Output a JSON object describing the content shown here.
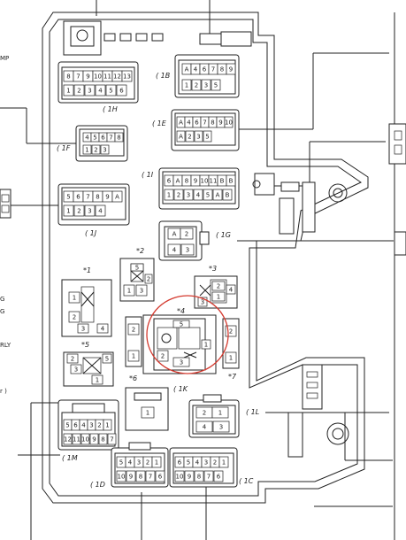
{
  "side_labels": {
    "left_top": "MP",
    "left_g": "G",
    "left_g2": "G",
    "left_rly": "RLY",
    "left_r": "r )"
  },
  "connectors": {
    "1B": {
      "label": "( 1B",
      "top_pins": [
        "A",
        "4",
        "6",
        "7",
        "8",
        "9"
      ],
      "bottom_pins": [
        "1",
        "2",
        "3",
        "5"
      ]
    },
    "1H": {
      "label": "( 1H",
      "top_pins": [
        "8",
        "7",
        "9",
        "10",
        "11",
        "12",
        "13"
      ],
      "bottom_pins": [
        "1",
        "2",
        "3",
        "4",
        "5",
        "6"
      ]
    },
    "1E": {
      "label": "( 1E",
      "top_pins": [
        "A",
        "4",
        "6",
        "7",
        "8",
        "9",
        "10"
      ],
      "bottom_pins": [
        "A",
        "2",
        "3",
        "5"
      ]
    },
    "1F": {
      "label": "( 1F",
      "top_pins": [
        "4",
        "5",
        "6",
        "7",
        "8"
      ],
      "bottom_pins": [
        "1",
        "2",
        "3"
      ]
    },
    "1I": {
      "label": "( 1I",
      "top_pins": [
        "6",
        "A",
        "8",
        "9",
        "10",
        "11",
        "B",
        "B"
      ],
      "bottom_pins": [
        "1",
        "2",
        "3",
        "4",
        "5",
        "A",
        "B"
      ]
    },
    "1J": {
      "label": "( 1J",
      "top_pins": [
        "5",
        "6",
        "7",
        "8",
        "9",
        "A"
      ],
      "bottom_pins": [
        "1",
        "2",
        "3",
        "4"
      ]
    },
    "1G": {
      "label": "( 1G",
      "top_pins": [
        "A",
        "2"
      ],
      "bottom_pins": [
        "4",
        "3"
      ]
    },
    "1K": {
      "label": "( 1K"
    },
    "1L": {
      "label": "( 1L",
      "top_pins": [
        "2",
        "1"
      ],
      "bottom_pins": [
        "4",
        "3"
      ]
    },
    "1M": {
      "label": "( 1M",
      "top_pins": [
        "5",
        "6",
        "4",
        "3",
        "2",
        "1"
      ],
      "bottom_pins": [
        "12",
        "11",
        "10",
        "9",
        "8",
        "7"
      ]
    },
    "1D": {
      "label": "( 1D",
      "top_pins": [
        "5",
        "4",
        "3",
        "2",
        "1"
      ],
      "bottom_pins": [
        "10",
        "9",
        "8",
        "7",
        "6"
      ]
    },
    "1C": {
      "label": "( 1C",
      "top_pins": [
        "6",
        "5",
        "4",
        "3",
        "2",
        "1"
      ],
      "bottom_pins": [
        "10",
        "9",
        "8",
        "7",
        "6"
      ]
    }
  },
  "relays": {
    "r1": {
      "label": "*1",
      "pins": [
        "1",
        "2",
        "3",
        "4"
      ]
    },
    "r2": {
      "label": "*2",
      "pins": [
        "5",
        "1",
        "3",
        "2"
      ]
    },
    "r3": {
      "label": "*3",
      "pins": [
        "3",
        "2",
        "1",
        "4"
      ]
    },
    "r4": {
      "label": "*4",
      "pins": [
        "5",
        "2",
        "1",
        "3"
      ]
    },
    "r5": {
      "label": "*5",
      "pins": [
        "2",
        "3",
        "5",
        "1"
      ]
    },
    "r6": {
      "label": "*6",
      "pins": [
        "1"
      ]
    },
    "r7": {
      "label": "*7",
      "pins": [
        "2",
        "1"
      ]
    },
    "side2": {
      "pins": [
        "2",
        "1"
      ]
    }
  },
  "colors": {
    "line": "#222222",
    "highlight": "#d43a2f",
    "background": "#ffffff"
  }
}
